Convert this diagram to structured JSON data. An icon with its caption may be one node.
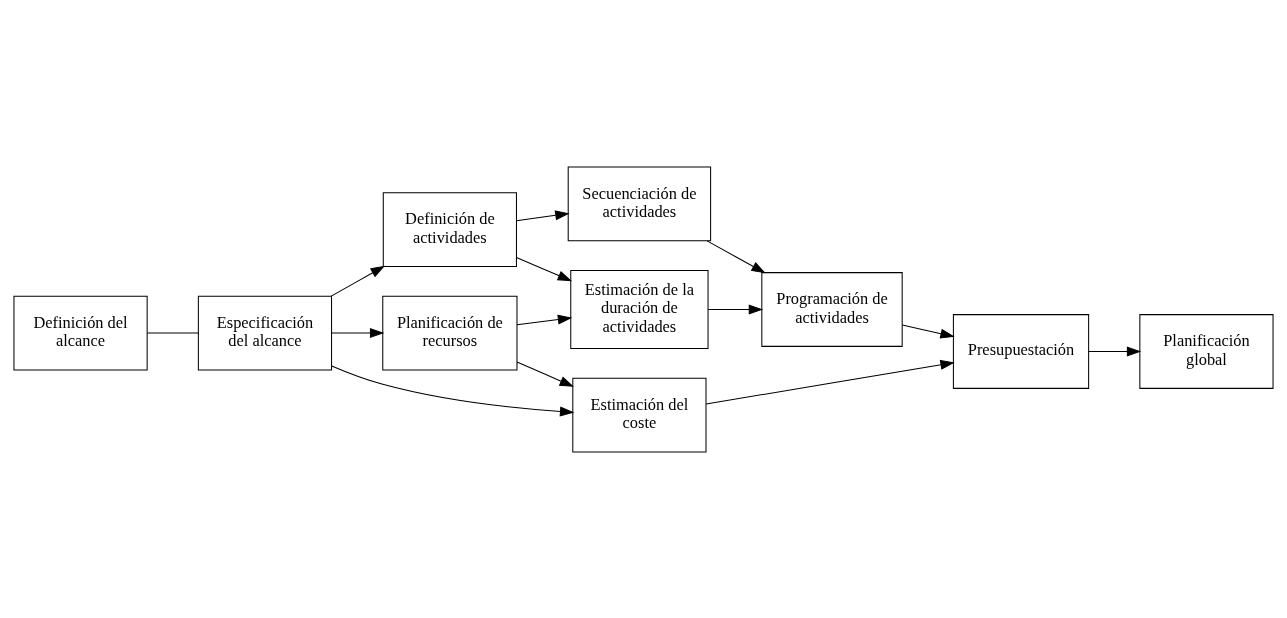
{
  "diagram": {
    "nodes": [
      {
        "text": [
          "Definición del alcance"
        ]
      },
      {
        "text": [
          "Especificación del alcance"
        ]
      },
      {
        "text": [
          "Definición de actividades"
        ]
      },
      {
        "text": [
          "Planificación de recursos"
        ]
      },
      {
        "text": [
          "Secuenciación de actividades"
        ]
      },
      {
        "text": [
          "Estimación de la duración de actividades"
        ]
      },
      {
        "text": [
          "Estimación del coste"
        ]
      },
      {
        "text": [
          "Programación de actividades"
        ]
      },
      {
        "text": [
          "Presupuestación"
        ]
      },
      {
        "text": [
          "Planificación global"
        ]
      }
    ],
    "edges": [
      {
        "from": 0,
        "to": 1,
        "arrow": "none"
      },
      {
        "from": 1,
        "to": 2,
        "arrow": "to"
      },
      {
        "from": 1,
        "to": 3,
        "arrow": "to"
      },
      {
        "from": 1,
        "to": 6,
        "arrow": "to"
      },
      {
        "from": 2,
        "to": 4,
        "arrow": "to"
      },
      {
        "from": 2,
        "to": 5,
        "arrow": "to"
      },
      {
        "from": 3,
        "to": 5,
        "arrow": "to"
      },
      {
        "from": 3,
        "to": 6,
        "arrow": "to"
      },
      {
        "from": 4,
        "to": 7,
        "arrow": "to"
      },
      {
        "from": 5,
        "to": 7,
        "arrow": "to"
      },
      {
        "from": 7,
        "to": 8,
        "arrow": "to"
      },
      {
        "from": 6,
        "to": 8,
        "arrow": "to"
      },
      {
        "from": 8,
        "to": 9,
        "arrow": "to"
      }
    ]
  }
}
